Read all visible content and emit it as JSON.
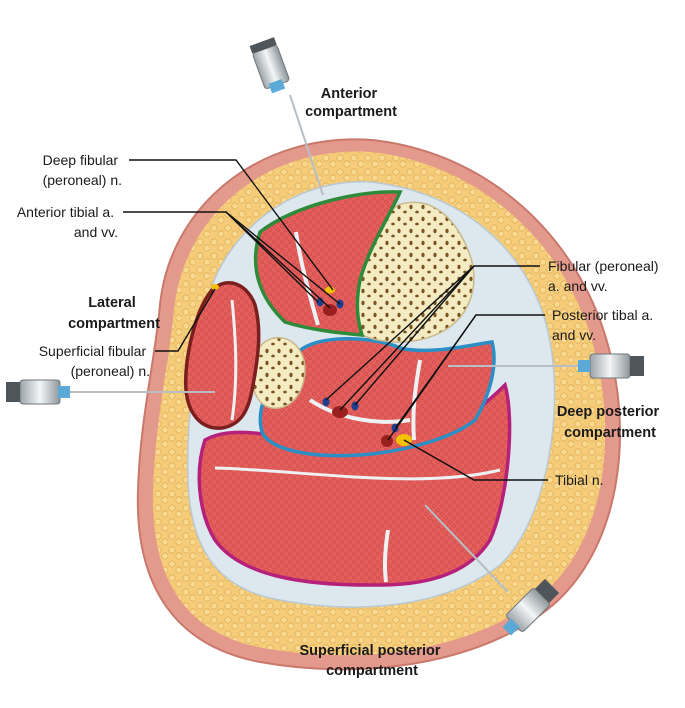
{
  "compartments": {
    "anterior": [
      "Anterior",
      "compartment"
    ],
    "lateral": [
      "Lateral",
      "compartment"
    ],
    "deep_posterior": [
      "Deep posterior",
      "compartment"
    ],
    "superficial_posterior": [
      "Superficial posterior",
      "compartment"
    ]
  },
  "structures": {
    "deep_fibular": [
      "Deep fibular",
      "(peroneal) n."
    ],
    "anterior_tibial": [
      "Anterior tibial a.",
      "and vv."
    ],
    "superficial_fibular": [
      "Superficial fibular",
      "(peroneal) n."
    ],
    "fibular": [
      "Fibular (peroneal)",
      "a. and vv."
    ],
    "posterior_tibial": [
      "Posterior tibal a.",
      "and vv."
    ],
    "tibial_n": "Tibial n."
  },
  "colors": {
    "skin": "#e39a8c",
    "fat": "#f5cd7a",
    "fascia": "#dde7ee",
    "muscle": "#e45e5c",
    "bone": "#f4ebc3",
    "bone_spots": "#7a5420",
    "anterior_border": "#2e8b3a",
    "lateral_border": "#7a1e1e",
    "deep_posterior_border": "#2b8fc6",
    "superficial_posterior_border": "#b5207a",
    "artery": "#9a1f1f",
    "vein": "#1e3f8f",
    "nerve": "#f2c200"
  }
}
